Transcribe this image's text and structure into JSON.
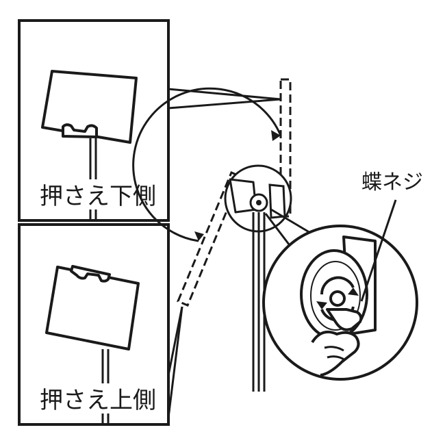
{
  "labels": {
    "presser_bottom": "押さえ下側",
    "presser_top": "押さえ上側",
    "wing_screw": "蝶ネジ"
  },
  "colors": {
    "ink": "#1a1a1a",
    "background": "#ffffff"
  }
}
